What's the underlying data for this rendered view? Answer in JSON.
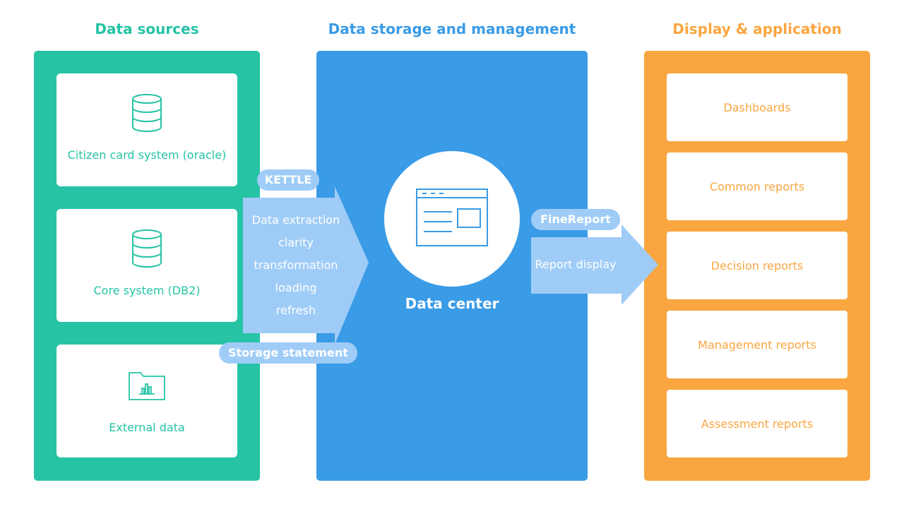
{
  "columns": {
    "sources_title": "Data sources",
    "storage_title": "Data storage and management",
    "display_title": "Display & application"
  },
  "sources": [
    {
      "label": "Citizen card system (oracle)",
      "icon": "database-icon"
    },
    {
      "label": "Core system (DB2)",
      "icon": "database-icon"
    },
    {
      "label": "External data",
      "icon": "folder-chart-icon"
    }
  ],
  "etl": {
    "tool": "KETTLE",
    "steps": [
      "Data extraction",
      "clarity",
      "transformation",
      "loading",
      "refresh"
    ],
    "storage_label": "Storage statement"
  },
  "center": {
    "label": "Data center",
    "icon": "browser-window-icon"
  },
  "reporting": {
    "tool": "FineReport",
    "action": "Report display"
  },
  "display_items": [
    "Dashboards",
    "Common reports",
    "Decision reports",
    "Management reports",
    "Assessment reports"
  ],
  "colors": {
    "sources": "#26c3a5",
    "storage": "#3a9be6",
    "display": "#f9a640",
    "arrow": "#9fccf7"
  }
}
